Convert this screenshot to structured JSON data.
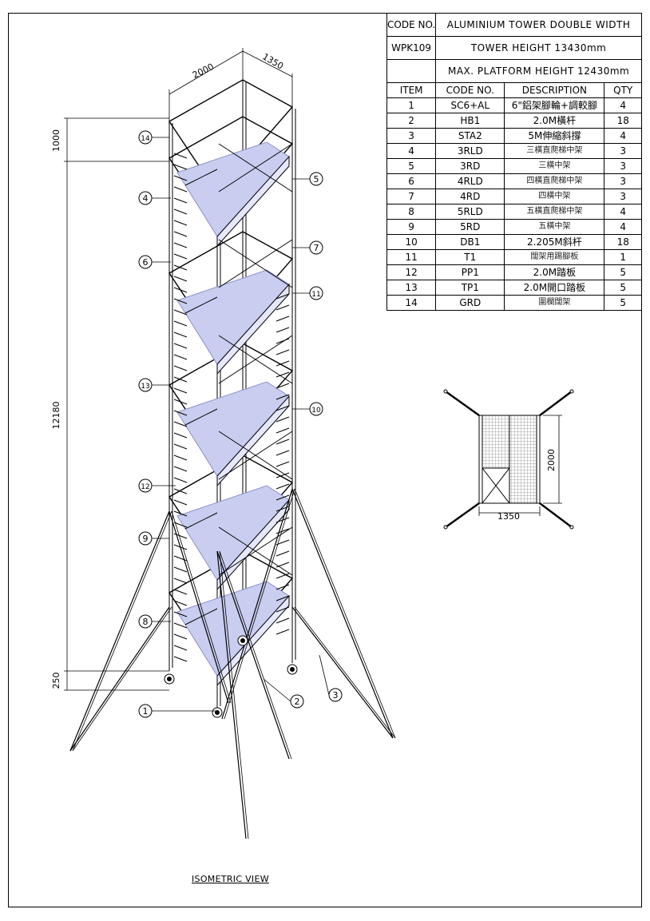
{
  "header": {
    "code_no_label": "CODE NO.",
    "title": "ALUMINIUM TOWER DOUBLE WIDTH",
    "code_no": "WPK109",
    "tower_height": "TOWER HEIGHT 13430mm",
    "platform_height": "MAX. PLATFORM HEIGHT 12430mm"
  },
  "table": {
    "columns": [
      "ITEM",
      "CODE NO.",
      "DESCRIPTION",
      "QTY"
    ],
    "rows": [
      {
        "item": "1",
        "code": "SC6+AL",
        "desc": "6\"鋁架腳輪+調較腳",
        "qty": "4"
      },
      {
        "item": "2",
        "code": "HB1",
        "desc": "2.0M橫杆",
        "qty": "18"
      },
      {
        "item": "3",
        "code": "STA2",
        "desc": "5M伸縮斜撐",
        "qty": "4"
      },
      {
        "item": "4",
        "code": "3RLD",
        "desc": "三橫直爬梯中架",
        "qty": "3"
      },
      {
        "item": "5",
        "code": "3RD",
        "desc": "三橫中架",
        "qty": "3"
      },
      {
        "item": "6",
        "code": "4RLD",
        "desc": "四橫直爬梯中架",
        "qty": "3"
      },
      {
        "item": "7",
        "code": "4RD",
        "desc": "四橫中架",
        "qty": "3"
      },
      {
        "item": "8",
        "code": "5RLD",
        "desc": "五橫直爬梯中架",
        "qty": "4"
      },
      {
        "item": "9",
        "code": "5RD",
        "desc": "五橫中架",
        "qty": "4"
      },
      {
        "item": "10",
        "code": "DB1",
        "desc": "2.205M斜杆",
        "qty": "18"
      },
      {
        "item": "11",
        "code": "T1",
        "desc": "闊架用踢腳板",
        "qty": "1"
      },
      {
        "item": "12",
        "code": "PP1",
        "desc": "2.0M踏板",
        "qty": "5"
      },
      {
        "item": "13",
        "code": "TP1",
        "desc": "2.0M開口踏板",
        "qty": "5"
      },
      {
        "item": "14",
        "code": "GRD",
        "desc": "圍欄闊架",
        "qty": "5"
      }
    ]
  },
  "dimensions": {
    "width": "2000",
    "depth": "1350",
    "guard_height": "1000",
    "platform_rise": "12180",
    "base_height": "250",
    "plan_width": "1350",
    "plan_depth": "2000"
  },
  "callouts": [
    "1",
    "2",
    "3",
    "4",
    "5",
    "6",
    "7",
    "8",
    "9",
    "10",
    "11",
    "12",
    "13",
    "14"
  ],
  "view_label": "ISOMETRIC VIEW",
  "colors": {
    "platform": "#c9cdf0",
    "platform_edge": "#8a8fc8",
    "line": "#000000"
  }
}
